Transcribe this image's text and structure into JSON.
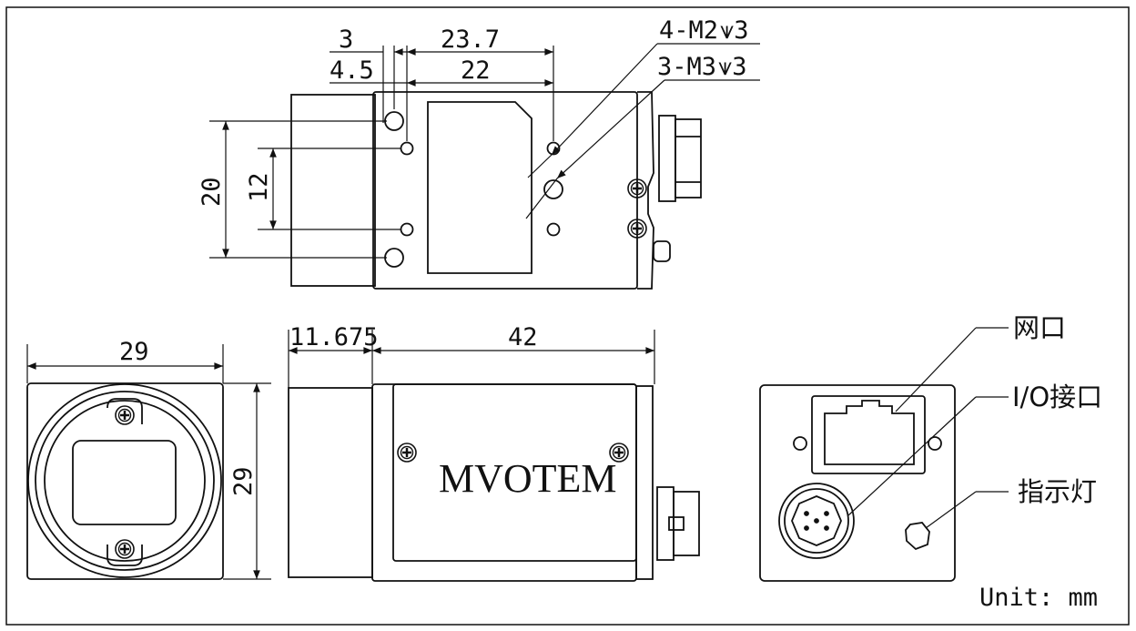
{
  "dimensions": {
    "top_3": "3",
    "top_4_5": "4.5",
    "top_23_7": "23.7",
    "top_22": "22",
    "left_20": "20",
    "left_12": "12",
    "front_29_w": "29",
    "front_29_h": "29",
    "side_11_675": "11.675",
    "side_42": "42"
  },
  "callouts": {
    "m2": "4-M2",
    "m2_depth": "3",
    "m3": "3-M3",
    "m3_depth": "3",
    "network_port": "网口",
    "io_port": "I/O接口",
    "indicator": "指示灯"
  },
  "brand": "MVOTEM",
  "unit_label": "Unit: mm",
  "icons": [
    "screw-icon",
    "rj45-port-icon",
    "io-connector-icon",
    "indicator-led-icon"
  ]
}
